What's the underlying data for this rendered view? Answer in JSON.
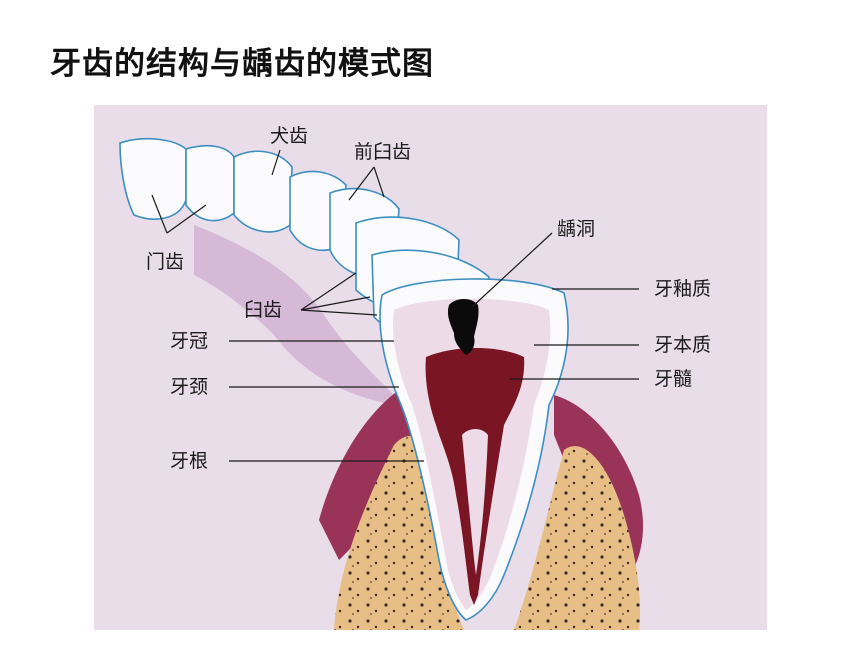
{
  "title": "牙齿的结构与龋齿的模式图",
  "labels": {
    "canine": "犬齿",
    "premolar": "前臼齿",
    "incisor": "门齿",
    "caries": "龋洞",
    "molar": "臼齿",
    "enamel": "牙釉质",
    "crown": "牙冠",
    "dentin": "牙本质",
    "neck": "牙颈",
    "pulp": "牙髓",
    "root": "牙根"
  },
  "colors": {
    "background": "#e9dde9",
    "tooth_outline": "#3c8fc0",
    "enamel": "#fbfbfd",
    "dentin": "#eddbe8",
    "pulp": "#7a1523",
    "gum": "#9a3358",
    "bone": "#e7bf86",
    "caries": "#0b0b0b"
  }
}
